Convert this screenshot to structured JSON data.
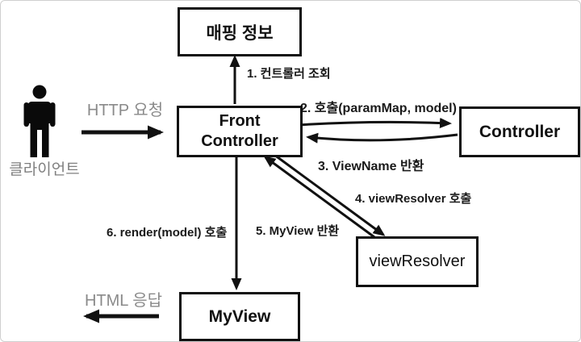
{
  "diagram": {
    "boxes": {
      "mapping": "매핑 정보",
      "front_line1": "Front",
      "front_line2": "Controller",
      "controller": "Controller",
      "view_resolver": "viewResolver",
      "my_view": "MyView"
    },
    "client_label": "클라이언트",
    "flows": {
      "http_request": "HTTP 요청",
      "html_response": "HTML 응답"
    },
    "steps": {
      "s1": "1. 컨트롤러 조회",
      "s2": "2. 호출(paramMap, model)",
      "s3": "3. ViewName 반환",
      "s4": "4. viewResolver 호출",
      "s5": "5. MyView 반환",
      "s6": "6. render(model) 호출"
    },
    "colors": {
      "line": "#111111",
      "muted_text": "#8a8a8a",
      "canvas_border": "#cfcfcf",
      "background": "#ffffff"
    }
  }
}
